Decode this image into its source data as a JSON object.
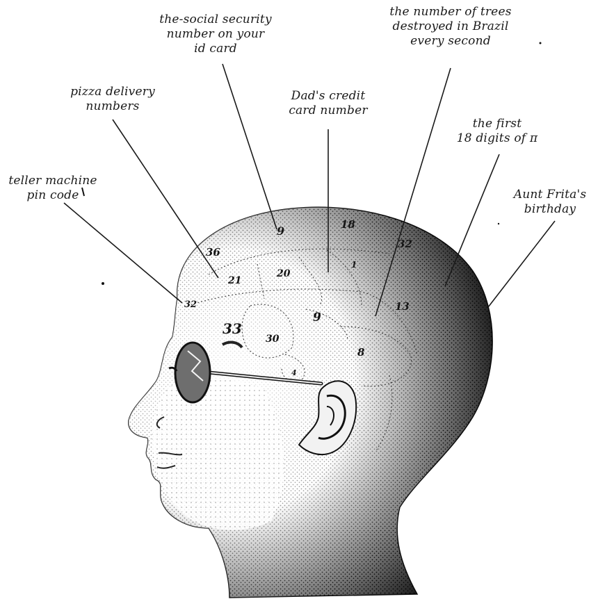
{
  "labels": {
    "ssn": [
      "the-social security",
      "number on your",
      "id card"
    ],
    "trees": [
      "the number of trees",
      "destroyed in Brazil",
      "every second"
    ],
    "pizza": [
      "pizza delivery",
      "numbers"
    ],
    "dad": [
      "Dad's credit",
      "card number"
    ],
    "pi": [
      "the first",
      "18 digits of π"
    ],
    "teller": [
      "teller machine",
      "pin code"
    ],
    "aunt": [
      "Aunt Frita's",
      "birthday"
    ]
  },
  "head_numbers": [
    "9",
    "18",
    "32",
    "36",
    "21",
    "20",
    "1",
    "32",
    "13",
    "33",
    "9",
    "30",
    "8",
    "4"
  ],
  "colors": {
    "ink": "#151515",
    "skin_light": "#f4f4f4",
    "lens": "#6e6e6e"
  }
}
